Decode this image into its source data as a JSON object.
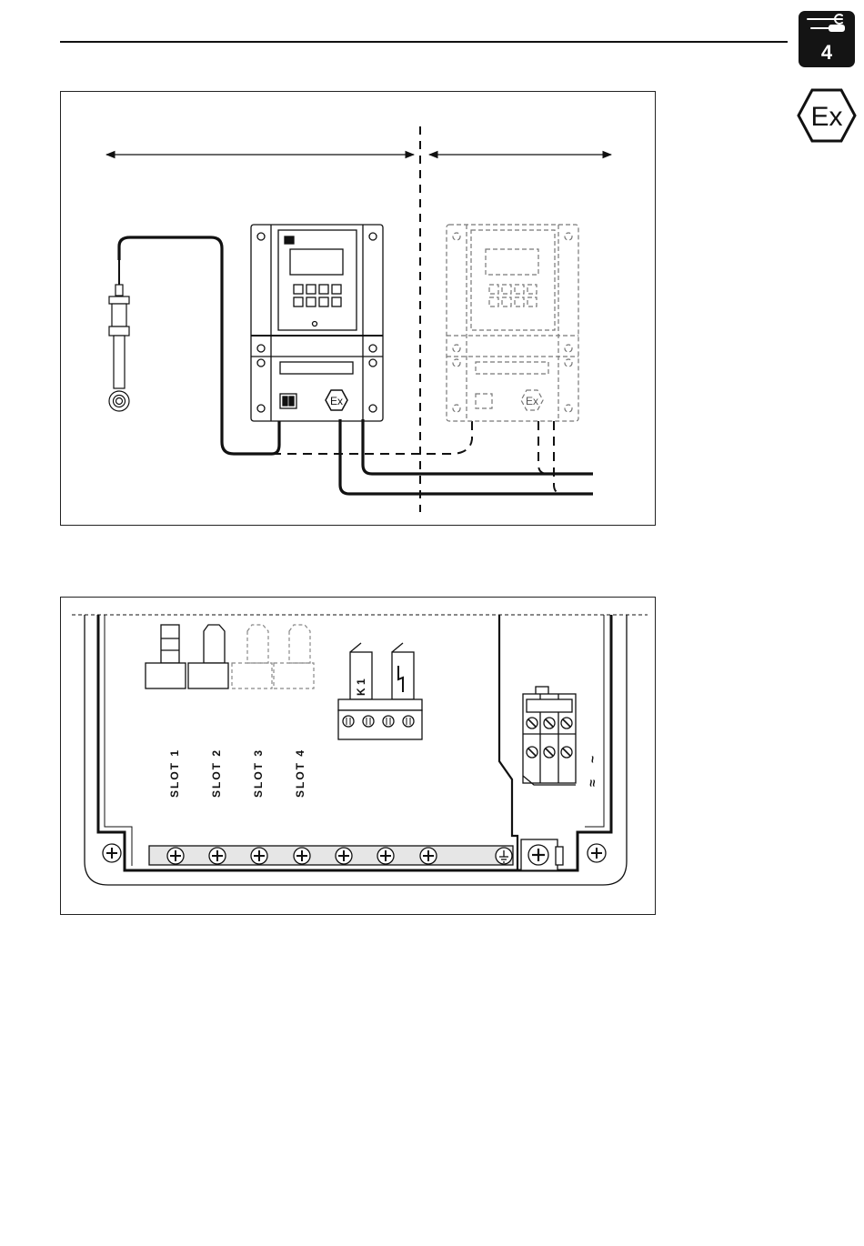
{
  "chapter": {
    "number": "4",
    "icon": "tools-icon"
  },
  "ex_mark": {
    "text": "Ex"
  },
  "figure_installation": {
    "device_label": "Ex",
    "remote_device_label": "Ex"
  },
  "figure_terminals": {
    "slots": [
      "SLOT 1",
      "SLOT 2",
      "SLOT 3",
      "SLOT 4"
    ],
    "relay_label": "K 1",
    "ac_symbol": "~",
    "approx_symbol": "≈"
  }
}
